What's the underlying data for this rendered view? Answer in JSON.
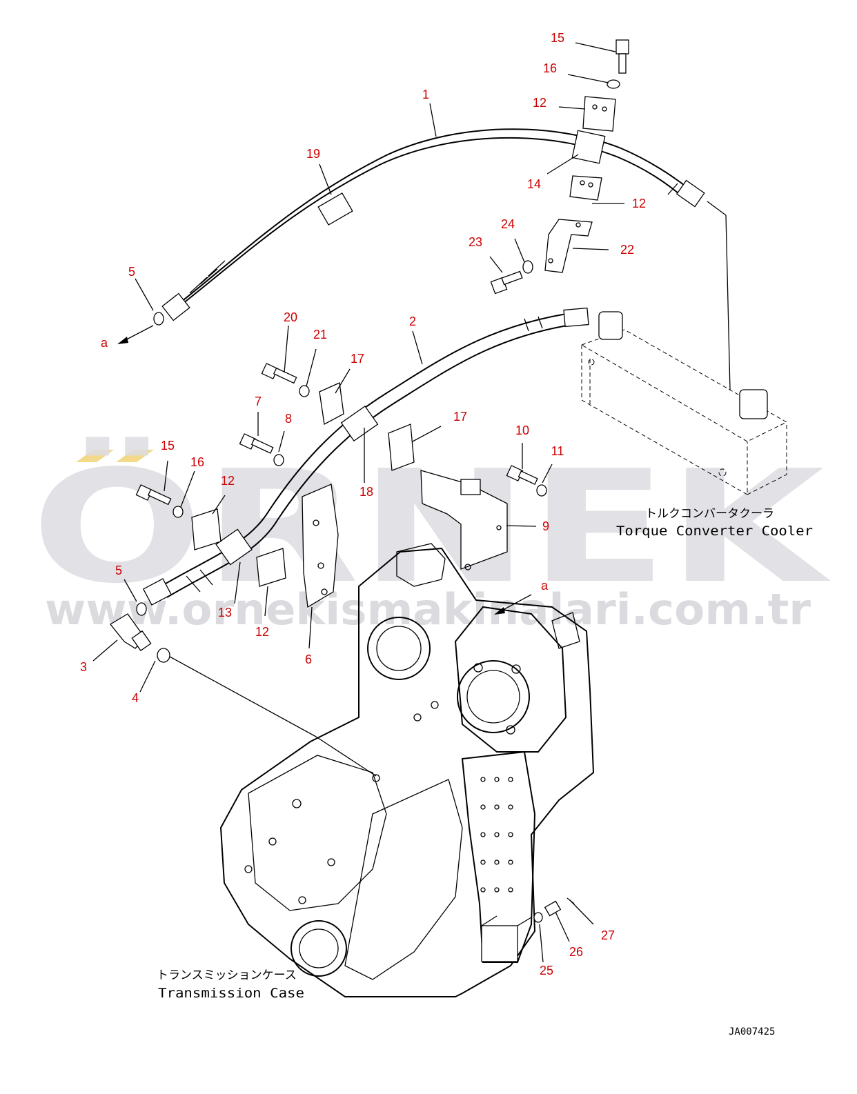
{
  "watermark": {
    "brand": "ÖRNEK",
    "url": "www.ornekismakinalari.com.tr",
    "brand_color": "#e0e0e6",
    "accent_color": "#f3d98a"
  },
  "labels": {
    "torque_converter_jp": "トルクコンバータクーラ",
    "torque_converter_en": "Torque Converter Cooler",
    "transmission_jp": "トランスミッションケース",
    "transmission_en": "Transmission Case",
    "drawing_code": "JA007425"
  },
  "colors": {
    "callout": "#cc0000",
    "line": "#000000"
  },
  "callouts": {
    "c1": "1",
    "c2": "2",
    "c3": "3",
    "c4": "4",
    "c5a": "5",
    "c5b": "5",
    "c6": "6",
    "c7": "7",
    "c8": "8",
    "c9": "9",
    "c10": "10",
    "c11": "11",
    "c12a": "12",
    "c12b": "12",
    "c12c": "12",
    "c12d": "12",
    "c13": "13",
    "c14": "14",
    "c15a": "15",
    "c15b": "15",
    "c16a": "16",
    "c16b": "16",
    "c17a": "17",
    "c17b": "17",
    "c18": "18",
    "c19": "19",
    "c20": "20",
    "c21": "21",
    "c22": "22",
    "c23": "23",
    "c24": "24",
    "c25": "25",
    "c26": "26",
    "c27": "27",
    "ca1": "a",
    "ca2": "a"
  }
}
